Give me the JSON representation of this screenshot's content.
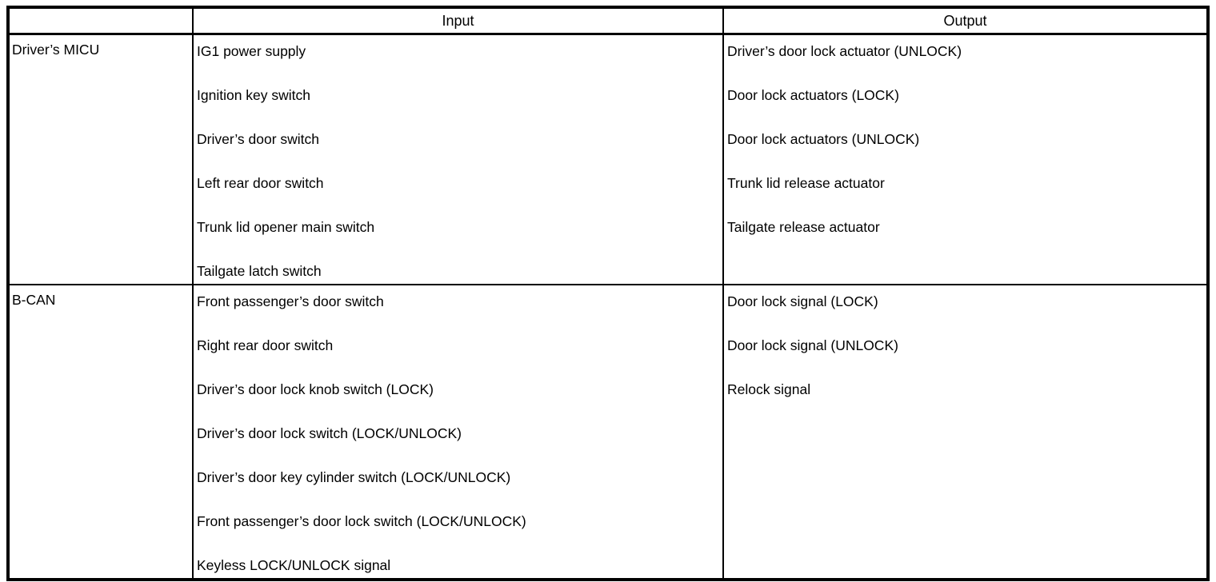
{
  "table": {
    "headers": {
      "source": "",
      "input": "Input",
      "output": "Output"
    },
    "rows": [
      {
        "source": "Driver’s MICU",
        "inputs": [
          "IG1 power supply",
          "Ignition key switch",
          "Driver’s door switch",
          "Left rear door switch",
          "Trunk lid opener main switch",
          "Tailgate latch switch"
        ],
        "outputs": [
          "Driver’s door lock actuator (UNLOCK)",
          "Door lock actuators (LOCK)",
          "Door lock actuators (UNLOCK)",
          "Trunk lid release actuator",
          "Tailgate release actuator"
        ]
      },
      {
        "source": "B-CAN",
        "inputs": [
          "Front passenger’s door switch",
          "Right rear door switch",
          "Driver’s door lock knob switch (LOCK)",
          "Driver’s door lock switch (LOCK/UNLOCK)",
          "Driver’s door key cylinder switch (LOCK/UNLOCK)",
          "Front passenger’s door lock switch (LOCK/UNLOCK)",
          "Keyless LOCK/UNLOCK signal"
        ],
        "outputs": [
          "Door lock signal (LOCK)",
          "Door lock signal (UNLOCK)",
          "Relock signal"
        ]
      }
    ]
  }
}
